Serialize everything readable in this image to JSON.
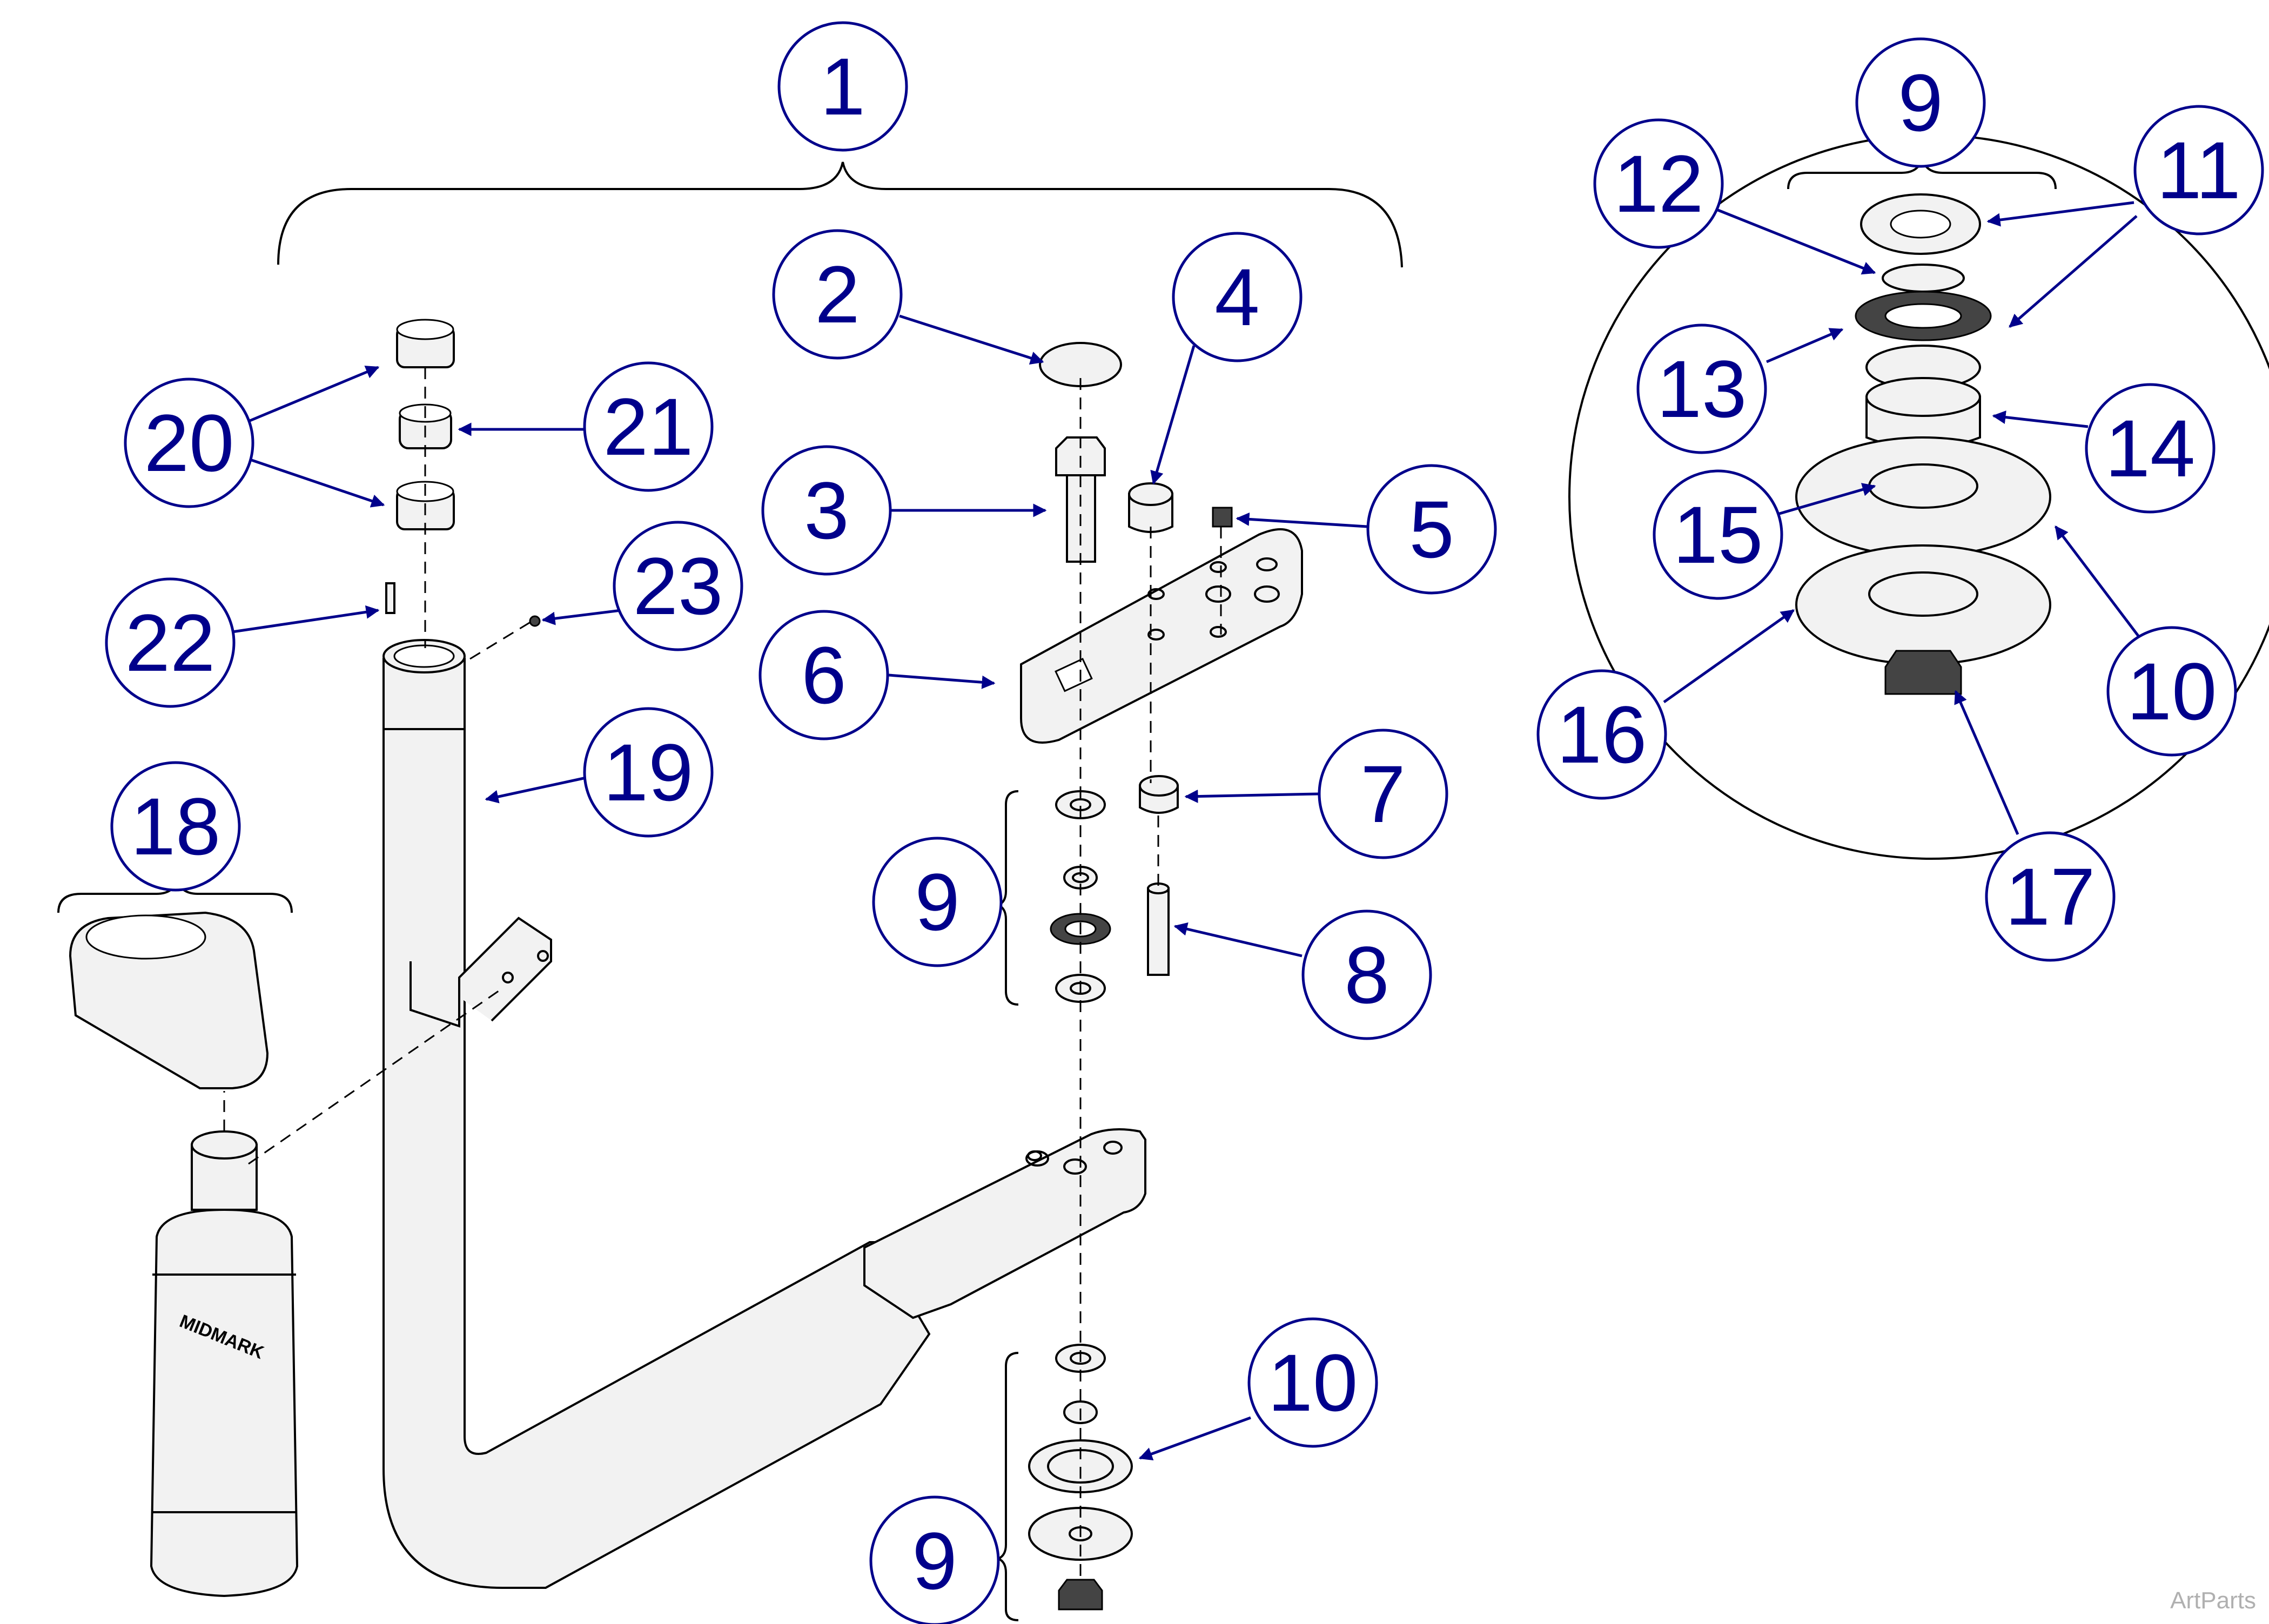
{
  "callouts": [
    {
      "id": "c1",
      "label": "1"
    },
    {
      "id": "c2",
      "label": "2"
    },
    {
      "id": "c3",
      "label": "3"
    },
    {
      "id": "c4",
      "label": "4"
    },
    {
      "id": "c5",
      "label": "5"
    },
    {
      "id": "c6",
      "label": "6"
    },
    {
      "id": "c7",
      "label": "7"
    },
    {
      "id": "c8",
      "label": "8"
    },
    {
      "id": "c9a",
      "label": "9"
    },
    {
      "id": "c9b",
      "label": "9"
    },
    {
      "id": "c9c",
      "label": "9"
    },
    {
      "id": "c10a",
      "label": "10"
    },
    {
      "id": "c10b",
      "label": "10"
    },
    {
      "id": "c11",
      "label": "11"
    },
    {
      "id": "c12",
      "label": "12"
    },
    {
      "id": "c13",
      "label": "13"
    },
    {
      "id": "c14",
      "label": "14"
    },
    {
      "id": "c15",
      "label": "15"
    },
    {
      "id": "c16",
      "label": "16"
    },
    {
      "id": "c17",
      "label": "17"
    },
    {
      "id": "c18",
      "label": "18"
    },
    {
      "id": "c19",
      "label": "19"
    },
    {
      "id": "c20",
      "label": "20"
    },
    {
      "id": "c21",
      "label": "21"
    },
    {
      "id": "c22",
      "label": "22"
    },
    {
      "id": "c23",
      "label": "23"
    }
  ],
  "logo_text": "MIDMARK",
  "watermark": "ArtParts",
  "colors": {
    "callout": "#00008b",
    "line": "#000000",
    "background": "#ffffff",
    "watermark": "#b0b0b0"
  }
}
